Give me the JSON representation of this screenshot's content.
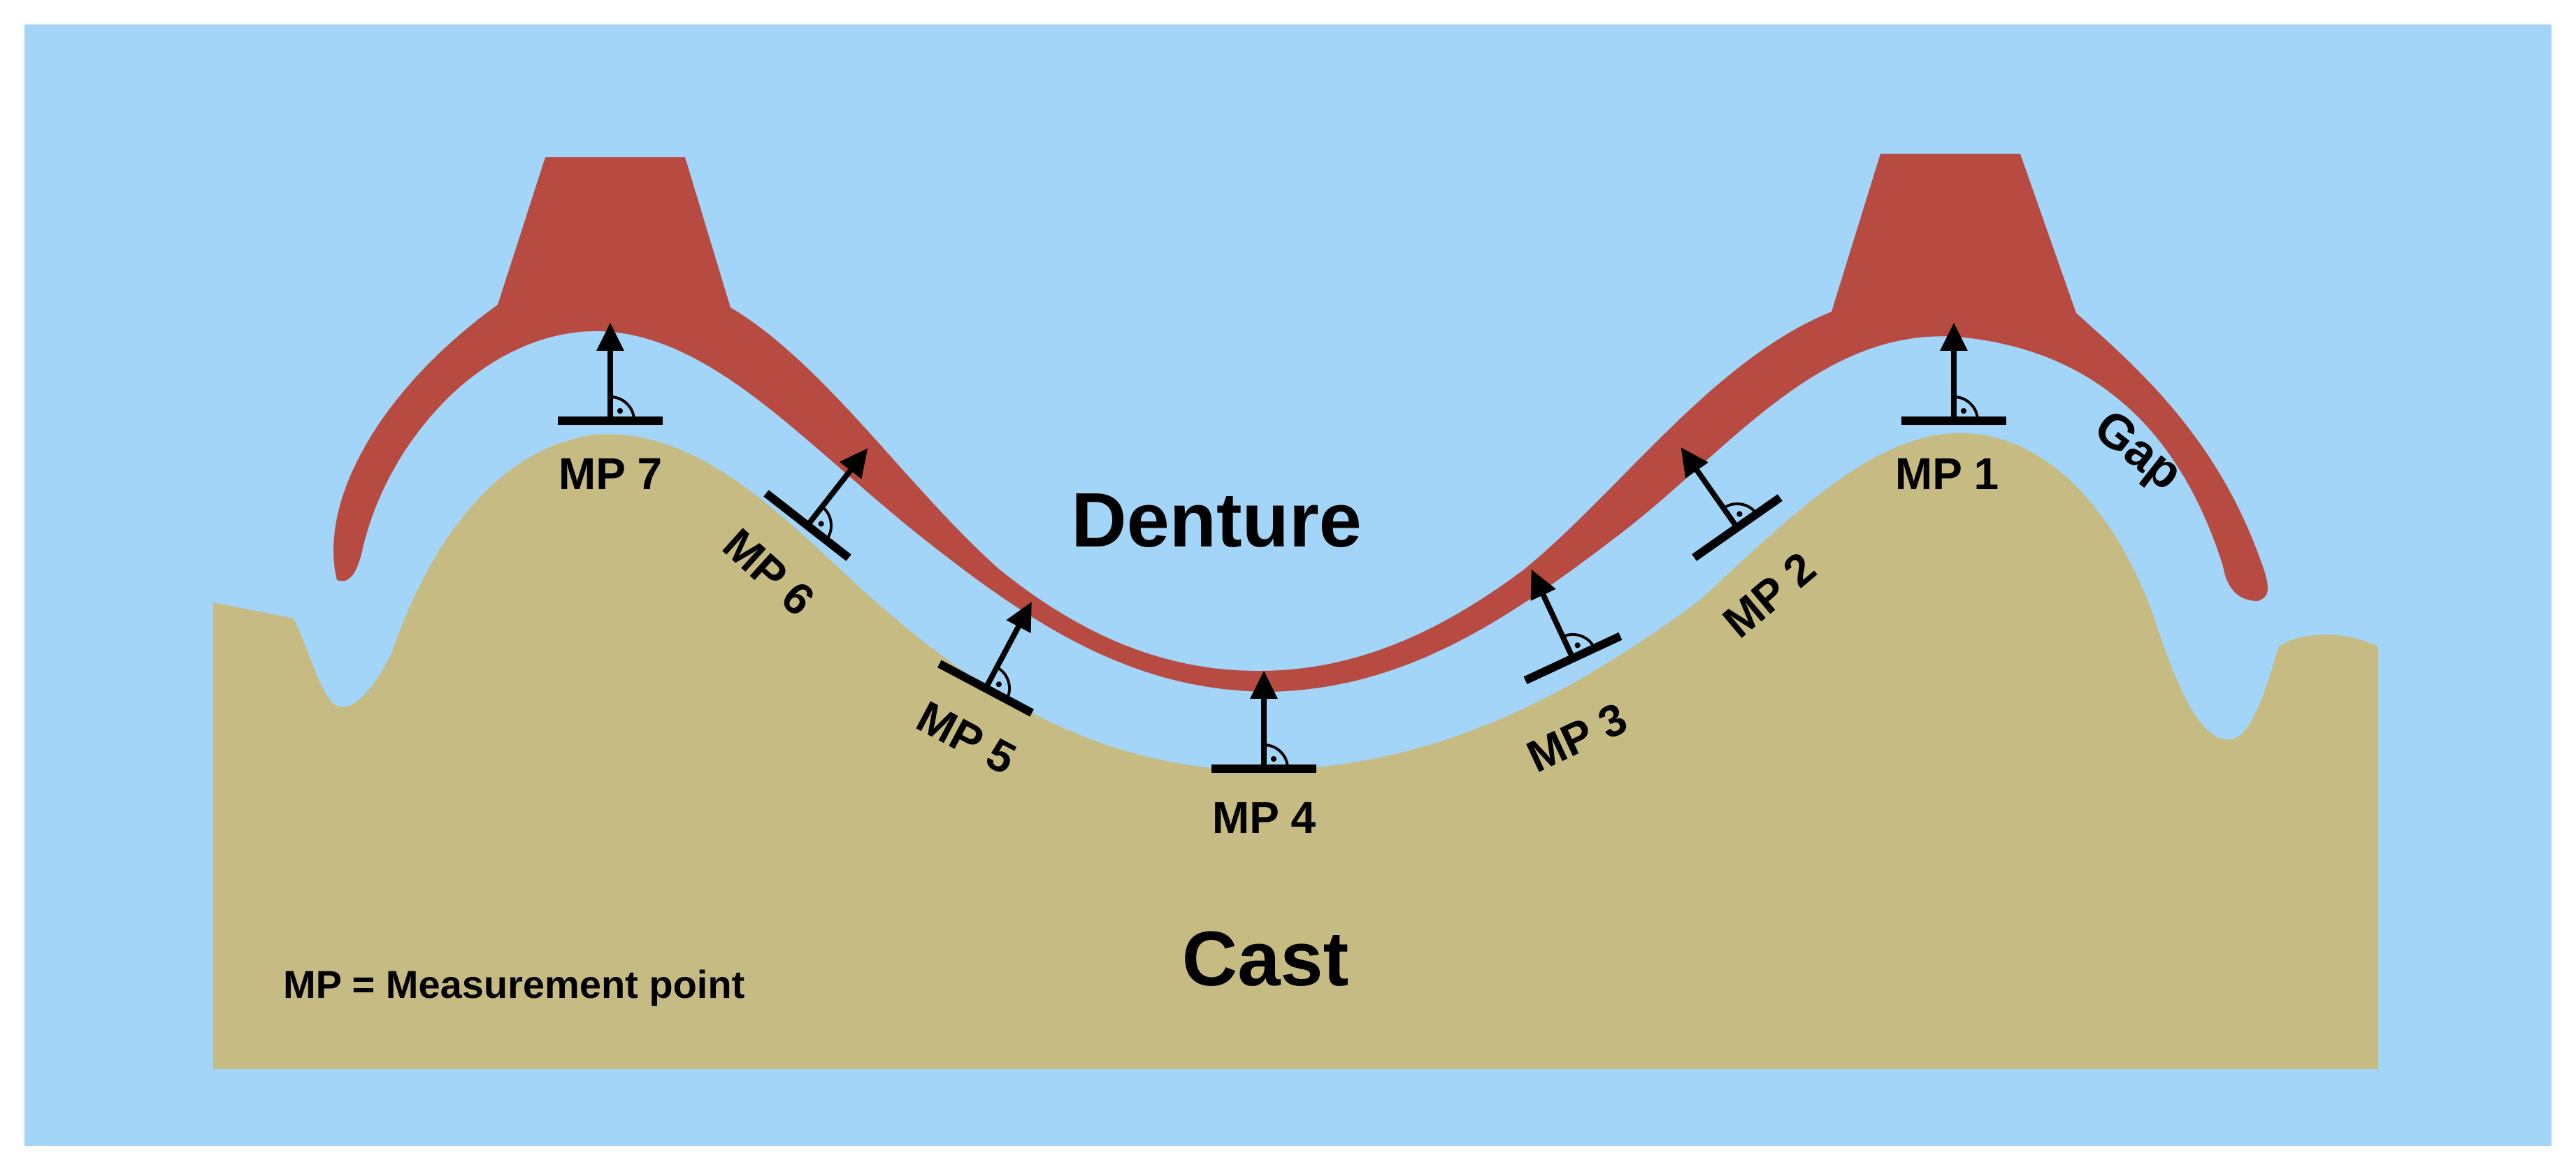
{
  "colors": {
    "background_sky": "#a3d5f8",
    "cast_fill": "#c6bb83",
    "denture_fill": "#b74a41",
    "marker_stroke": "#000000",
    "text": "#000000"
  },
  "labels": {
    "denture": "Denture",
    "cast": "Cast",
    "gap": "Gap",
    "legend": "MP = Measurement point"
  },
  "measurement_points": [
    {
      "id": "mp1",
      "label": "MP 1"
    },
    {
      "id": "mp2",
      "label": "MP 2"
    },
    {
      "id": "mp3",
      "label": "MP 3"
    },
    {
      "id": "mp4",
      "label": "MP 4"
    },
    {
      "id": "mp5",
      "label": "MP 5"
    },
    {
      "id": "mp6",
      "label": "MP 6"
    },
    {
      "id": "mp7",
      "label": "MP 7"
    }
  ],
  "marker_icon": "arrow-with-right-angle-icon"
}
